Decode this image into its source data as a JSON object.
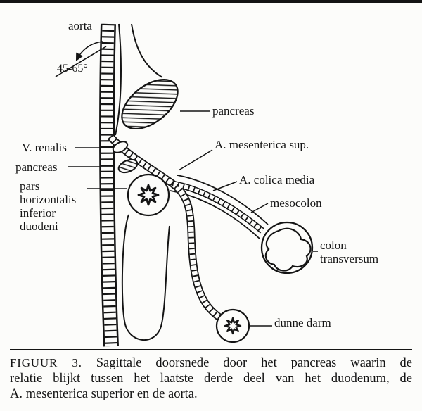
{
  "diagram": {
    "labels": {
      "aorta": "aorta",
      "angle": "45-65°",
      "pancreas_upper": "pancreas",
      "a_mesenterica_sup": "A. mesenterica sup.",
      "v_renalis": "V. renalis",
      "pancreas_lower": "pancreas",
      "pars_horizontalis": "pars\nhorizontalis\ninferior\nduodeni",
      "a_colica_media": "A. colica media",
      "mesocolon": "mesocolon",
      "colon_transversum": "colon\ntransversum",
      "dunne_darm": "dunne darm"
    }
  },
  "caption": {
    "figure_label": "FIGUUR 3.",
    "line1": "Sagittale doorsnede door het pancreas waarin de",
    "line2": "relatie blijkt tussen het laatste derde deel van het duodenum, de",
    "line3": "A. mesenterica superior en de aorta."
  },
  "colors": {
    "ink": "#141414",
    "paper": "#fcfcfa"
  }
}
